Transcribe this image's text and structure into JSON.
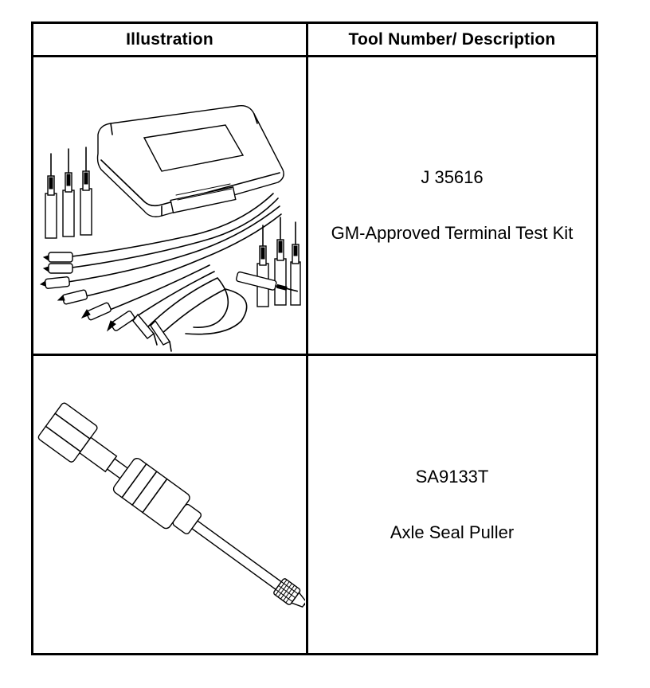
{
  "table": {
    "header": {
      "illustration": "Illustration",
      "description": "Tool Number/ Description"
    },
    "rows": [
      {
        "tool_number": "J 35616",
        "description": "GM-Approved Terminal Test Kit",
        "illustration_icon": "terminal-test-kit-icon"
      },
      {
        "tool_number": "SA9133T",
        "description": "Axle Seal Puller",
        "illustration_icon": "axle-seal-puller-icon"
      }
    ]
  }
}
